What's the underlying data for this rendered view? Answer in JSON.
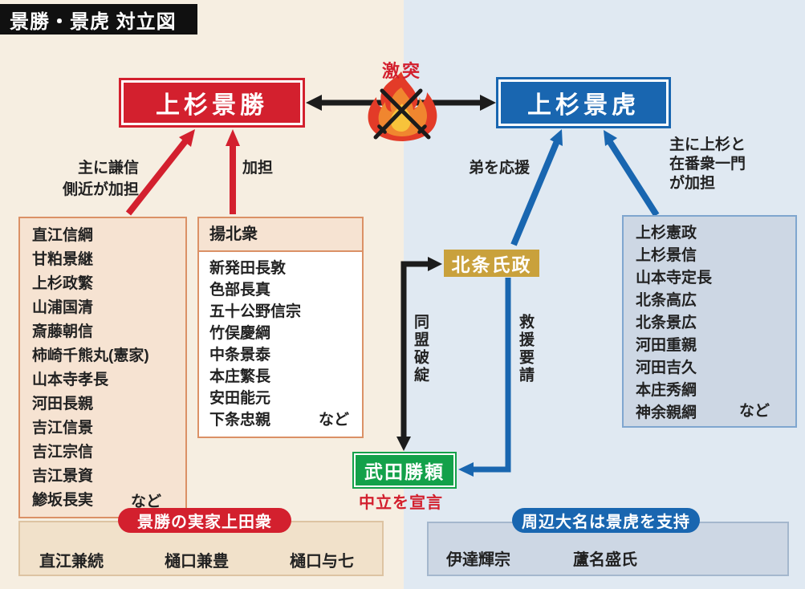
{
  "title": "景勝・景虎 対立図",
  "clash_label": "激突",
  "leaders": {
    "kagekatsu": "上杉景勝",
    "kagetora": "上杉景虎"
  },
  "mid_boxes": {
    "hojo_ujimasa": "北条氏政",
    "takeda_katsuyori": "武田勝頼"
  },
  "arrow_labels": {
    "kenshin_line1": "主に謙信",
    "kenshin_line2": "側近が加担",
    "katan": "加担",
    "brother": "弟を応援",
    "uesugi_line1": "主に上杉と",
    "uesugi_line2": "在番衆一門",
    "uesugi_line3": "が加担",
    "alliance_break": "同盟破綻",
    "rescue_request": "救援要請",
    "neutral": "中立を宣言"
  },
  "etc_label": "など",
  "kagekatsu_side": {
    "names": [
      "直江信綱",
      "甘粕景継",
      "上杉政繁",
      "山浦国清",
      "斎藤朝信",
      "柿崎千熊丸(憲家)",
      "山本寺孝長",
      "河田長親",
      "吉江信景",
      "吉江宗信",
      "吉江景資",
      "鯵坂長実"
    ]
  },
  "agakita": {
    "header": "揚北衆",
    "names": [
      "新発田長敦",
      "色部長真",
      "五十公野信宗",
      "竹俣慶綱",
      "中条景泰",
      "本庄繁長",
      "安田能元",
      "下条忠親"
    ]
  },
  "kagetora_side": {
    "names": [
      "上杉憲政",
      "上杉景信",
      "山本寺定長",
      "北条高広",
      "北条景広",
      "河田重親",
      "河田吉久",
      "本庄秀綱",
      "神余親綱"
    ]
  },
  "ueda_group": {
    "header": "景勝の実家上田衆",
    "names": [
      "直江兼続",
      "樋口兼豊",
      "樋口与七"
    ]
  },
  "neighbor_daimyo": {
    "header": "周辺大名は景虎を支持",
    "names": [
      "伊達輝宗",
      "蘆名盛氏"
    ]
  },
  "colors": {
    "red": "#d3202e",
    "blue": "#1966b0",
    "gold": "#c9a13c",
    "green": "#13a14a",
    "left_bg": "#f6eee1",
    "right_bg": "#e0e9f2"
  }
}
